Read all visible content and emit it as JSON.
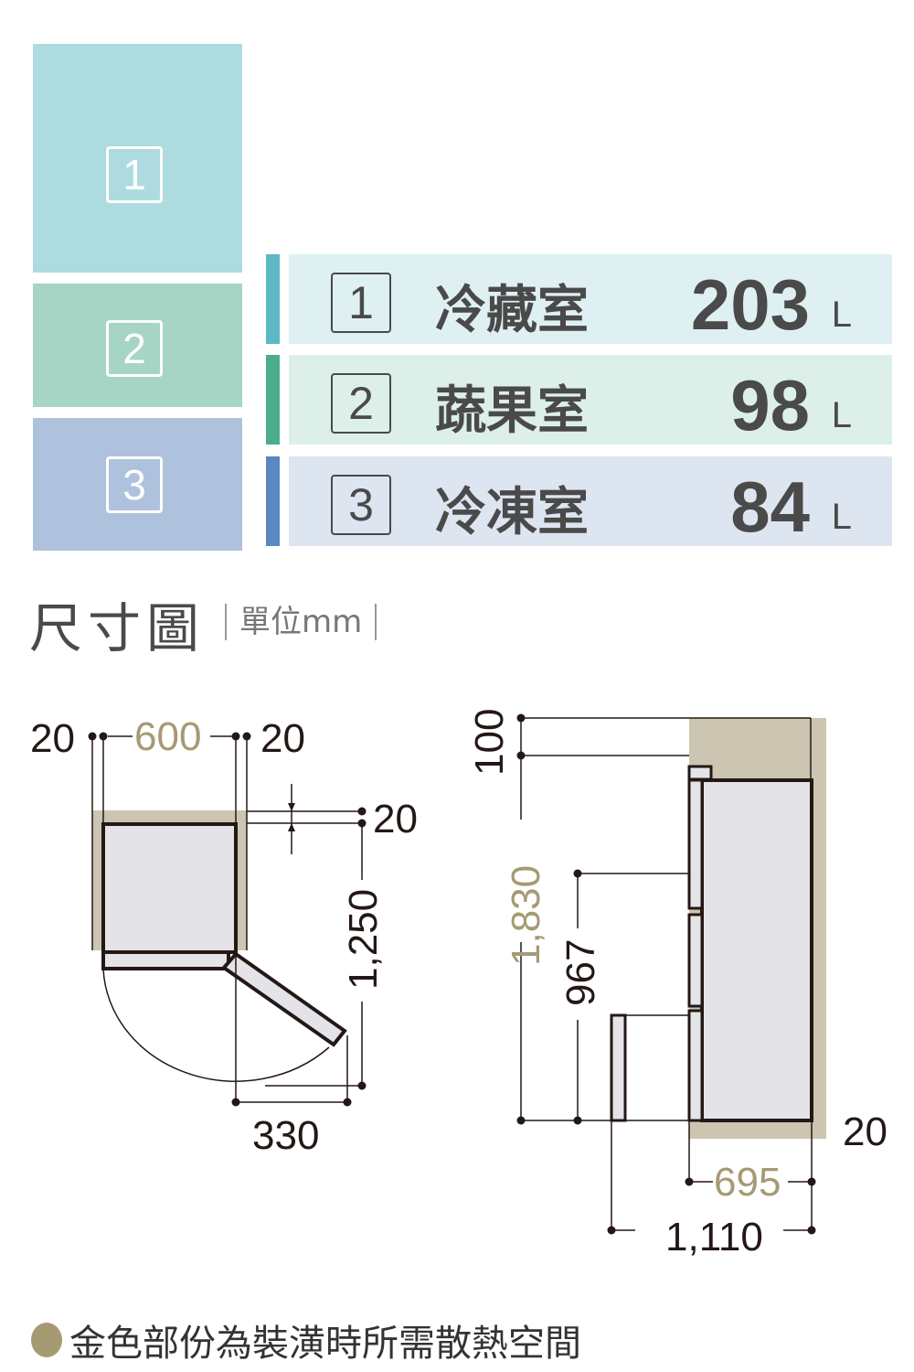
{
  "compartments": [
    {
      "num": "1",
      "name": "冷藏室",
      "value": "203",
      "unit": "L"
    },
    {
      "num": "2",
      "name": "蔬果室",
      "value": "98",
      "unit": "L"
    },
    {
      "num": "3",
      "name": "冷凍室",
      "value": "84",
      "unit": "L"
    }
  ],
  "colors": {
    "block1": "#aedbe0",
    "block2": "#a6d5c5",
    "block3": "#aec2de",
    "bar1": "#5bb8c4",
    "bar2": "#4aae89",
    "bar3": "#5b87c4",
    "gold": "#a59a72",
    "clearance": "#ccc5b2"
  },
  "dimension_title": "尺寸圖",
  "unit_label": "單位mm",
  "top_view": {
    "left_gap": "20",
    "width": "600",
    "right_gap": "20",
    "back_gap": "20",
    "depth_open": "1,250",
    "door_swing": "330"
  },
  "side_view": {
    "top_gap": "100",
    "height": "1,830",
    "drawer_height": "967",
    "back_gap": "20",
    "depth": "695",
    "depth_open": "1,110"
  },
  "note": "金色部份為裝潢時所需散熱空間"
}
